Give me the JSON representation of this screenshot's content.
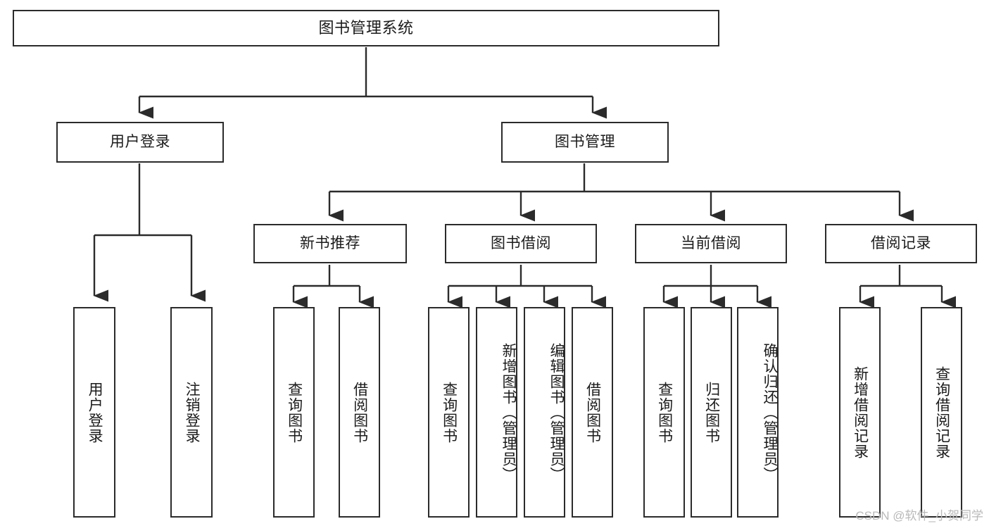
{
  "diagram": {
    "title": "图书管理系统",
    "type": "tree-hierarchy-diagram",
    "stroke_color": "#2b2b2b",
    "background_color": "#ffffff",
    "watermark": "CSDN @软件_小贺同学",
    "nodes": {
      "root": {
        "label": "图书管理系统"
      },
      "level1": [
        {
          "id": "user-login",
          "label": "用户登录"
        },
        {
          "id": "book-management",
          "label": "图书管理"
        }
      ],
      "level2": [
        {
          "id": "new-book-recommend",
          "label": "新书推荐"
        },
        {
          "id": "book-borrow",
          "label": "图书借阅"
        },
        {
          "id": "current-borrow",
          "label": "当前借阅"
        },
        {
          "id": "borrow-record",
          "label": "借阅记录"
        }
      ],
      "leaves": {
        "user-login": [
          {
            "id": "leaf-user-login",
            "label": "用户登录"
          },
          {
            "id": "leaf-logout-login",
            "label": "注销登录"
          }
        ],
        "new-book-recommend": [
          {
            "id": "leaf-query-book-1",
            "label": "查询图书"
          },
          {
            "id": "leaf-borrow-book-1",
            "label": "借阅图书"
          }
        ],
        "book-borrow": [
          {
            "id": "leaf-query-book-2",
            "label": "查询图书"
          },
          {
            "id": "leaf-add-book",
            "label": "新增图书（管理员）"
          },
          {
            "id": "leaf-edit-book",
            "label": "编辑图书（管理员）"
          },
          {
            "id": "leaf-borrow-book-2",
            "label": "借阅图书"
          }
        ],
        "current-borrow": [
          {
            "id": "leaf-query-book-3",
            "label": "查询图书"
          },
          {
            "id": "leaf-return-book",
            "label": "归还图书"
          },
          {
            "id": "leaf-confirm-return",
            "label": "确认归还（管理员）"
          }
        ],
        "borrow-record": [
          {
            "id": "leaf-add-record",
            "label": "新增借阅记录"
          },
          {
            "id": "leaf-query-record",
            "label": "查询借阅记录"
          }
        ]
      }
    }
  }
}
